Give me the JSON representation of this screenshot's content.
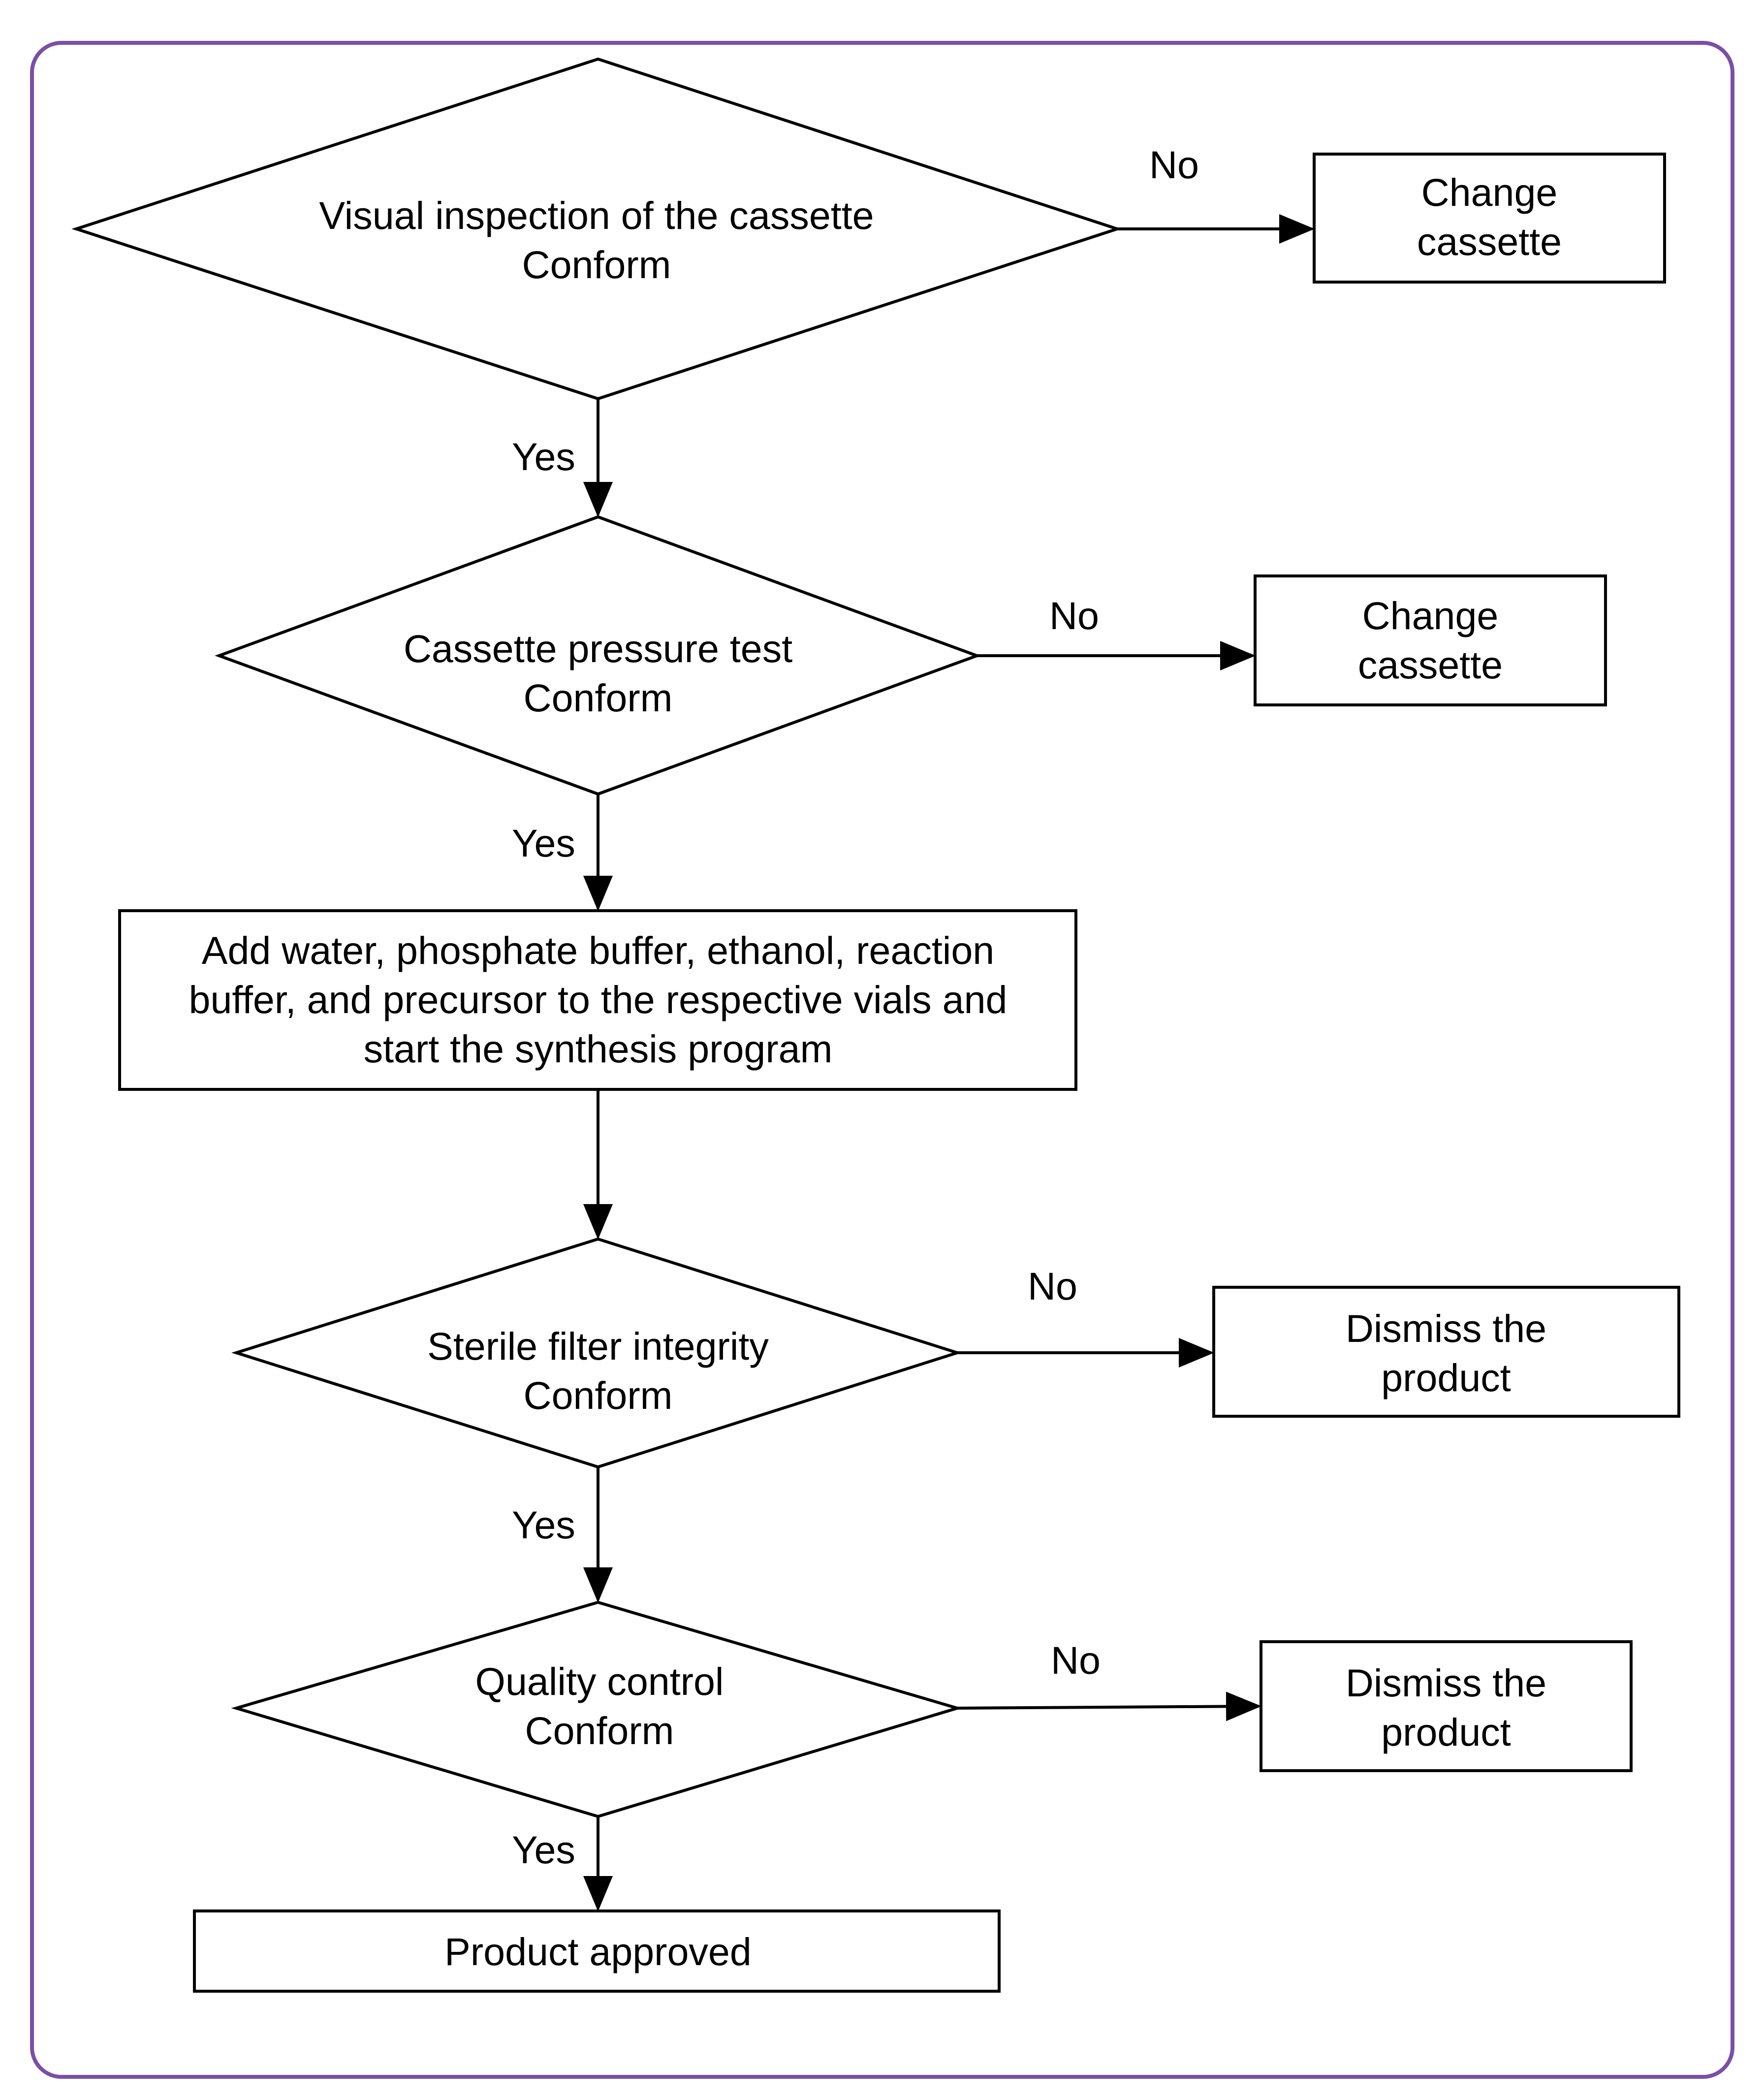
{
  "colors": {
    "frame": "#7b4fa6",
    "stroke": "#000000",
    "text": "#000000",
    "background": "#ffffff"
  },
  "nodes": {
    "visual_inspection": {
      "line1": "Visual inspection of the cassette",
      "line2": "Conform"
    },
    "change_cassette_1": {
      "line1": "Change",
      "line2": "cassette"
    },
    "pressure_test": {
      "line1": "Cassette pressure test",
      "line2": "Conform"
    },
    "change_cassette_2": {
      "line1": "Change",
      "line2": "cassette"
    },
    "add_reagents": {
      "line1": "Add water, phosphate buffer, ethanol, reaction",
      "line2": "buffer, and precursor to the respective vials and",
      "line3": "start the synthesis program"
    },
    "filter_integrity": {
      "line1": "Sterile filter integrity",
      "line2": "Conform"
    },
    "dismiss_1": {
      "line1": "Dismiss the",
      "line2": "product"
    },
    "quality_control": {
      "line1": "Quality control",
      "line2": "Conform"
    },
    "dismiss_2": {
      "line1": "Dismiss the",
      "line2": "product"
    },
    "product_approved": {
      "line1": "Product approved"
    }
  },
  "edges": {
    "no_1": "No",
    "yes_1": "Yes",
    "no_2": "No",
    "yes_2": "Yes",
    "no_3": "No",
    "yes_3": "Yes",
    "no_4": "No",
    "yes_4": "Yes"
  }
}
